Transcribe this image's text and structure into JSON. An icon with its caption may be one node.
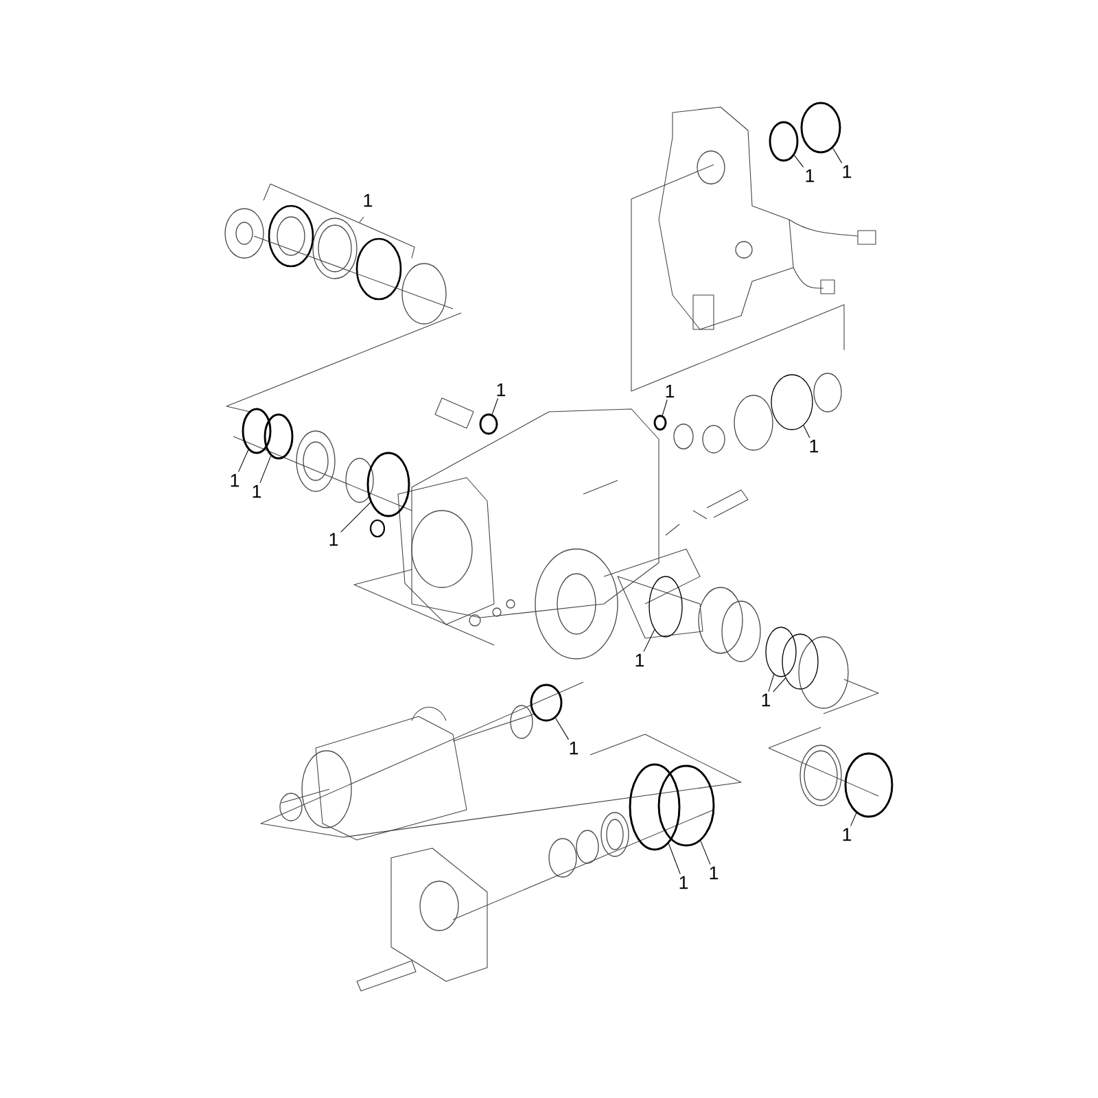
{
  "diagram": {
    "nodes": [
      {
        "text": [
          "1"
        ]
      },
      {
        "text": [],
        "shape": "circle"
      },
      {
        "text": [
          "1"
        ]
      },
      {
        "text": [],
        "shape": "circle"
      },
      {
        "text": [
          "1"
        ]
      },
      {
        "text": [],
        "shape": "circle"
      },
      {
        "text": [
          "1"
        ]
      },
      {
        "text": [],
        "shape": "circle"
      },
      {
        "text": [
          "1"
        ]
      },
      {
        "text": [],
        "shape": "circle"
      },
      {
        "text": [
          "1"
        ]
      },
      {
        "text": [],
        "shape": "circle"
      },
      {
        "text": [
          "1"
        ]
      },
      {
        "text": [],
        "shape": "circle"
      },
      {
        "text": [
          "1"
        ]
      },
      {
        "text": [],
        "shape": "circle"
      },
      {
        "text": [
          "1"
        ]
      },
      {
        "text": [],
        "shape": "circle"
      },
      {
        "text": [
          "1"
        ]
      },
      {
        "text": [],
        "shape": "circle"
      },
      {
        "text": [],
        "shape": "circle"
      },
      {
        "text": [
          "1"
        ]
      },
      {
        "text": [],
        "shape": "circle"
      },
      {
        "text": [
          "1"
        ]
      },
      {
        "text": [],
        "shape": "circle"
      },
      {
        "text": [
          "1"
        ]
      },
      {
        "text": [],
        "shape": "circle"
      },
      {
        "text": [
          "1"
        ]
      },
      {
        "text": [],
        "shape": "circle"
      }
    ],
    "edges": [
      {
        "from": 0,
        "to": 1,
        "arrow": "none"
      },
      {
        "from": 2,
        "to": 3,
        "arrow": "none"
      },
      {
        "from": 4,
        "to": 5,
        "arrow": "none"
      },
      {
        "from": 6,
        "to": 7,
        "arrow": "none"
      },
      {
        "from": 8,
        "to": 9,
        "arrow": "none"
      },
      {
        "from": 10,
        "to": 11,
        "arrow": "none"
      },
      {
        "from": 12,
        "to": 13,
        "arrow": "none"
      },
      {
        "from": 14,
        "to": 15,
        "arrow": "none"
      },
      {
        "from": 16,
        "to": 17,
        "arrow": "none"
      },
      {
        "from": 18,
        "to": 19,
        "arrow": "none"
      },
      {
        "from": 18,
        "to": 20,
        "arrow": "none"
      },
      {
        "from": 21,
        "to": 22,
        "arrow": "none"
      },
      {
        "from": 23,
        "to": 24,
        "arrow": "none"
      },
      {
        "from": 25,
        "to": 26,
        "arrow": "none"
      },
      {
        "from": 27,
        "to": 28,
        "arrow": "none"
      }
    ],
    "labels": [
      "1"
    ]
  }
}
